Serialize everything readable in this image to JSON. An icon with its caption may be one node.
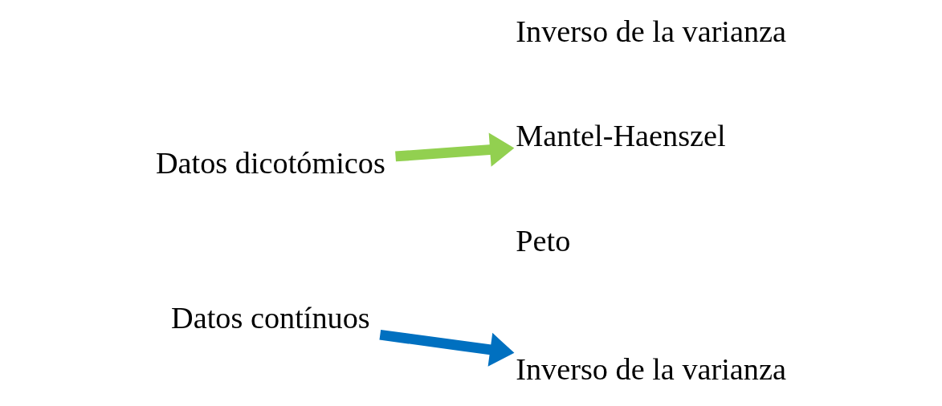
{
  "diagram": {
    "nodes": [
      {
        "text": [
          "Datos dicotómicos"
        ]
      },
      {
        "text": [
          "Inverso de la varianza",
          "Mantel-Haenszel",
          "Peto"
        ]
      },
      {
        "text": [
          "Datos contínuos"
        ]
      },
      {
        "text": [
          "Inverso de la varianza"
        ]
      }
    ],
    "edges": [
      {
        "from": 0,
        "to": 1,
        "arrow": "to",
        "color": "#92d050"
      },
      {
        "from": 2,
        "to": 3,
        "arrow": "to",
        "color": "#0070c0"
      }
    ]
  }
}
